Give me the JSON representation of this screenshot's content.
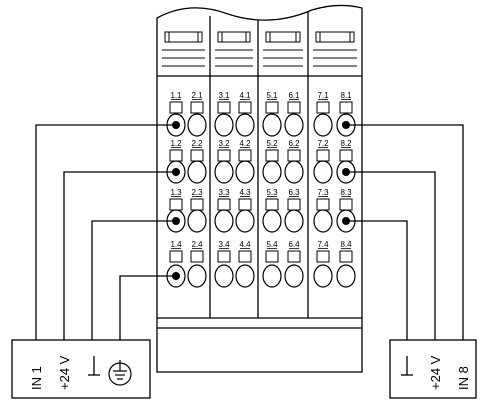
{
  "terminal_rows": [
    [
      "1.1",
      "2.1",
      "3.1",
      "4.1",
      "5.1",
      "6.1",
      "7.1",
      "8.1"
    ],
    [
      "1.2",
      "2.2",
      "3.2",
      "4.2",
      "5.2",
      "6.2",
      "7.2",
      "8.2"
    ],
    [
      "1.3",
      "2.3",
      "3.3",
      "4.3",
      "5.3",
      "6.3",
      "7.3",
      "8.3"
    ],
    [
      "1.4",
      "2.4",
      "3.4",
      "4.4",
      "5.4",
      "6.4",
      "7.4",
      "8.4"
    ]
  ],
  "left_box": {
    "in_label": "IN 1",
    "supply_label": "+24 V"
  },
  "right_box": {
    "in_label": "IN 8",
    "supply_label": "+24 V"
  }
}
